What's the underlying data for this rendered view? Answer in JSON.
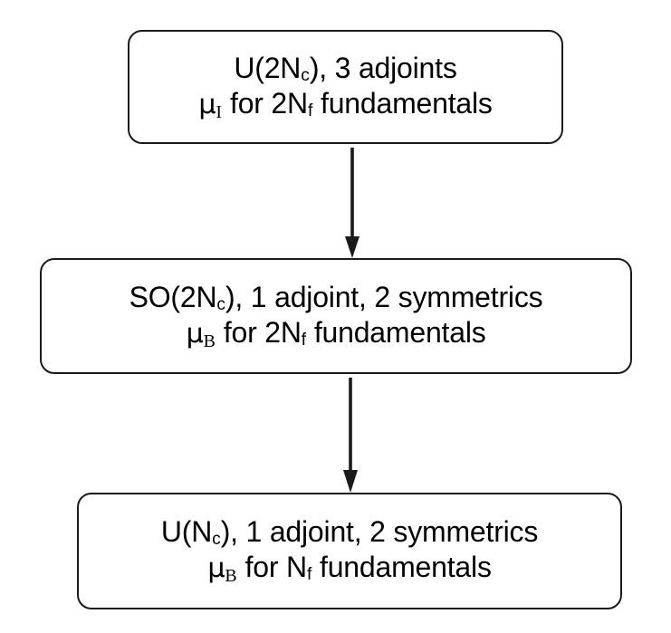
{
  "diagram": {
    "type": "flowchart",
    "orientation": "vertical",
    "background_color": "#ffffff",
    "line_color": "#1a1a1a",
    "text_color": "#000000",
    "nodes": [
      {
        "id": "node-top",
        "line1_plain": "U(2N_c), 3 adjoints",
        "line2_plain": "μ_I for 2N_f fundamentals",
        "line1": {
          "prefix": "U(2N",
          "subscript": "c",
          "suffix": "), 3 adjoints"
        },
        "line2": {
          "mu": "μ",
          "mu_subscript": "I",
          "mid": "for 2N",
          "subscript": "f",
          "suffix": "fundamentals"
        }
      },
      {
        "id": "node-middle",
        "line1_plain": "SO(2N_c), 1 adjoint, 2 symmetrics",
        "line2_plain": "μ_B for 2N_f fundamentals",
        "line1": {
          "prefix": "SO(2N",
          "subscript": "c",
          "suffix": "), 1 adjoint, 2 symmetrics"
        },
        "line2": {
          "mu": "μ",
          "mu_subscript": "B",
          "mid": "for 2N",
          "subscript": "f",
          "suffix": "fundamentals"
        }
      },
      {
        "id": "node-bottom",
        "line1_plain": "U(N_c), 1 adjoint, 2 symmetrics",
        "line2_plain": "μ_B for N_f fundamentals",
        "line1": {
          "prefix": "U(N",
          "subscript": "c",
          "suffix": "), 1 adjoint, 2 symmetrics"
        },
        "line2": {
          "mu": "μ",
          "mu_subscript": "B",
          "mid": "for N",
          "subscript": "f",
          "suffix": "fundamentals"
        }
      }
    ],
    "arrows": [
      {
        "id": "arrow-top-middle",
        "from": "node-top",
        "to": "node-middle",
        "direction": "down"
      },
      {
        "id": "arrow-middle-bottom",
        "from": "node-middle",
        "to": "node-bottom",
        "direction": "down"
      }
    ]
  }
}
